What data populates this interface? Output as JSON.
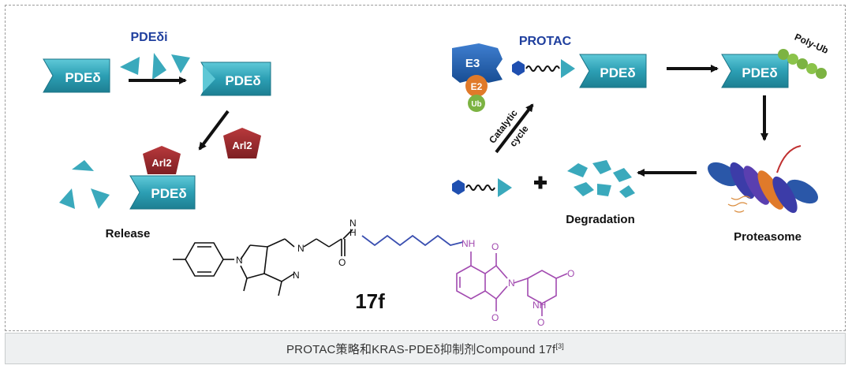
{
  "left_panel": {
    "pde_label": "PDEδ",
    "inhibitor_label": "PDEδi",
    "arl2_label": "Arl2",
    "release_label": "Release"
  },
  "right_panel": {
    "protac_label": "PROTAC",
    "e3_label": "E3",
    "e2_label": "E2",
    "ub_label": "Ub",
    "pde_label": "PDEδ",
    "polyub_label": "Poly-Ub",
    "catalytic_label": "Catalytic",
    "cycle_label": "cycle",
    "degradation_label": "Degradation",
    "proteasome_label": "Proteasome"
  },
  "structure": {
    "compound_label": "17f",
    "atoms": {
      "n": "N",
      "nh": "NH",
      "h": "H",
      "o": "O"
    }
  },
  "caption": {
    "text": "PROTAC策略和KRAS-PDEδ抑制剂Compound 17f",
    "ref": "[3]"
  },
  "colors": {
    "pde_teal": "#2a9fb3",
    "pde_teal_light": "#5cc6d6",
    "label_blue": "#1f3f9e",
    "arl2_red": "#9c2a2e",
    "e3_blue": "#1d5aa8",
    "e2_orange": "#e07a2a",
    "ub_green": "#7cb342",
    "linker_blue": "#3a4fb0",
    "thalidomide_purple": "#a24bb0"
  }
}
